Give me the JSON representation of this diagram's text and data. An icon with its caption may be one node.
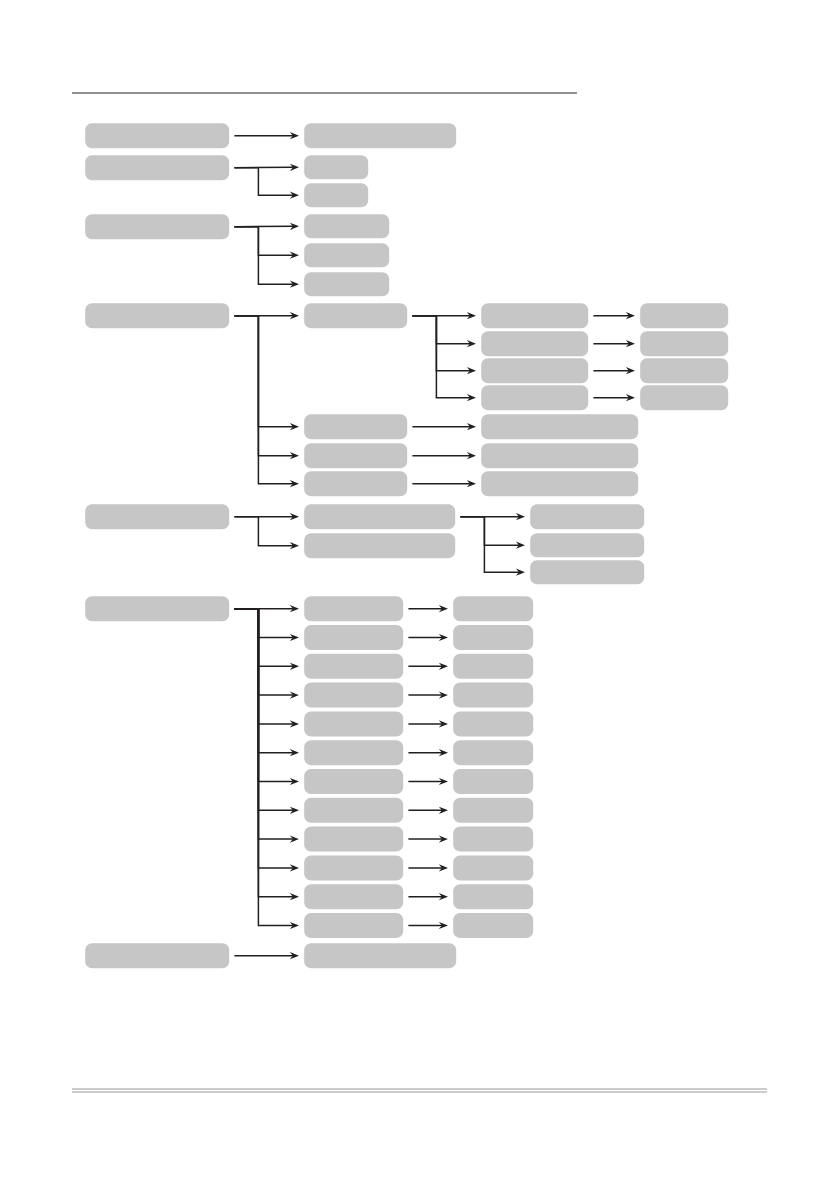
{
  "diagram": {
    "nodes": [
      {
        "text": [],
        "shape": "box"
      },
      {
        "text": [],
        "shape": "box"
      },
      {
        "text": [],
        "shape": "box"
      },
      {
        "text": [],
        "shape": "box"
      },
      {
        "text": [],
        "shape": "box"
      },
      {
        "text": [],
        "shape": "box"
      },
      {
        "text": [],
        "shape": "box"
      },
      {
        "text": [],
        "shape": "box"
      },
      {
        "text": [],
        "shape": "box"
      },
      {
        "text": [],
        "shape": "box"
      },
      {
        "text": [],
        "shape": "box"
      },
      {
        "text": [],
        "shape": "box"
      },
      {
        "text": [],
        "shape": "box"
      },
      {
        "text": [],
        "shape": "box"
      },
      {
        "text": [],
        "shape": "box"
      },
      {
        "text": [],
        "shape": "box"
      },
      {
        "text": [],
        "shape": "box"
      },
      {
        "text": [],
        "shape": "box"
      },
      {
        "text": [],
        "shape": "box"
      },
      {
        "text": [],
        "shape": "box"
      },
      {
        "text": [],
        "shape": "box"
      },
      {
        "text": [],
        "shape": "box"
      },
      {
        "text": [],
        "shape": "box"
      },
      {
        "text": [],
        "shape": "box"
      },
      {
        "text": [],
        "shape": "box"
      },
      {
        "text": [],
        "shape": "box"
      },
      {
        "text": [],
        "shape": "box"
      },
      {
        "text": [],
        "shape": "box"
      },
      {
        "text": [],
        "shape": "box"
      },
      {
        "text": [],
        "shape": "box"
      },
      {
        "text": [],
        "shape": "box"
      },
      {
        "text": [],
        "shape": "box"
      },
      {
        "text": [],
        "shape": "box"
      },
      {
        "text": [],
        "shape": "box"
      },
      {
        "text": [],
        "shape": "box"
      },
      {
        "text": [],
        "shape": "box"
      },
      {
        "text": [],
        "shape": "box"
      },
      {
        "text": [],
        "shape": "box"
      },
      {
        "text": [],
        "shape": "box"
      },
      {
        "text": [],
        "shape": "box"
      },
      {
        "text": [],
        "shape": "box"
      },
      {
        "text": [],
        "shape": "box"
      },
      {
        "text": [],
        "shape": "box"
      },
      {
        "text": [],
        "shape": "box"
      },
      {
        "text": [],
        "shape": "box"
      },
      {
        "text": [],
        "shape": "box"
      },
      {
        "text": [],
        "shape": "box"
      },
      {
        "text": [],
        "shape": "box"
      },
      {
        "text": [],
        "shape": "box"
      },
      {
        "text": [],
        "shape": "box"
      },
      {
        "text": [],
        "shape": "box"
      },
      {
        "text": [],
        "shape": "box"
      },
      {
        "text": [],
        "shape": "box"
      },
      {
        "text": [],
        "shape": "box"
      },
      {
        "text": [],
        "shape": "box"
      },
      {
        "text": [],
        "shape": "box"
      },
      {
        "text": [],
        "shape": "box"
      },
      {
        "text": [],
        "shape": "box"
      }
    ],
    "edges": [
      {
        "from": 0,
        "to": 1,
        "arrow": "to"
      },
      {
        "from": 2,
        "to": 3,
        "arrow": "to"
      },
      {
        "from": 2,
        "to": 4,
        "arrow": "to"
      },
      {
        "from": 5,
        "to": 6,
        "arrow": "to"
      },
      {
        "from": 5,
        "to": 7,
        "arrow": "to"
      },
      {
        "from": 5,
        "to": 8,
        "arrow": "to"
      },
      {
        "from": 9,
        "to": 10,
        "arrow": "to"
      },
      {
        "from": 9,
        "to": 19,
        "arrow": "to"
      },
      {
        "from": 9,
        "to": 21,
        "arrow": "to"
      },
      {
        "from": 9,
        "to": 23,
        "arrow": "to"
      },
      {
        "from": 10,
        "to": 11,
        "arrow": "to"
      },
      {
        "from": 10,
        "to": 13,
        "arrow": "to"
      },
      {
        "from": 10,
        "to": 15,
        "arrow": "to"
      },
      {
        "from": 10,
        "to": 17,
        "arrow": "to"
      },
      {
        "from": 11,
        "to": 12,
        "arrow": "to"
      },
      {
        "from": 13,
        "to": 14,
        "arrow": "to"
      },
      {
        "from": 15,
        "to": 16,
        "arrow": "to"
      },
      {
        "from": 17,
        "to": 18,
        "arrow": "to"
      },
      {
        "from": 19,
        "to": 20,
        "arrow": "to"
      },
      {
        "from": 21,
        "to": 22,
        "arrow": "to"
      },
      {
        "from": 23,
        "to": 24,
        "arrow": "to"
      },
      {
        "from": 25,
        "to": 26,
        "arrow": "to"
      },
      {
        "from": 25,
        "to": 28,
        "arrow": "to"
      },
      {
        "from": 26,
        "to": 27,
        "arrow": "to"
      },
      {
        "from": 26,
        "to": 29,
        "arrow": "to"
      },
      {
        "from": 26,
        "to": 30,
        "arrow": "to"
      },
      {
        "from": 31,
        "to": 32,
        "arrow": "to"
      },
      {
        "from": 31,
        "to": 34,
        "arrow": "to"
      },
      {
        "from": 31,
        "to": 36,
        "arrow": "to"
      },
      {
        "from": 31,
        "to": 38,
        "arrow": "to"
      },
      {
        "from": 31,
        "to": 40,
        "arrow": "to"
      },
      {
        "from": 31,
        "to": 42,
        "arrow": "to"
      },
      {
        "from": 31,
        "to": 44,
        "arrow": "to"
      },
      {
        "from": 31,
        "to": 46,
        "arrow": "to"
      },
      {
        "from": 31,
        "to": 48,
        "arrow": "to"
      },
      {
        "from": 31,
        "to": 50,
        "arrow": "to"
      },
      {
        "from": 31,
        "to": 52,
        "arrow": "to"
      },
      {
        "from": 31,
        "to": 54,
        "arrow": "to"
      },
      {
        "from": 32,
        "to": 33,
        "arrow": "to"
      },
      {
        "from": 34,
        "to": 35,
        "arrow": "to"
      },
      {
        "from": 36,
        "to": 37,
        "arrow": "to"
      },
      {
        "from": 38,
        "to": 39,
        "arrow": "to"
      },
      {
        "from": 40,
        "to": 41,
        "arrow": "to"
      },
      {
        "from": 42,
        "to": 43,
        "arrow": "to"
      },
      {
        "from": 44,
        "to": 45,
        "arrow": "to"
      },
      {
        "from": 46,
        "to": 47,
        "arrow": "to"
      },
      {
        "from": 48,
        "to": 49,
        "arrow": "to"
      },
      {
        "from": 50,
        "to": 51,
        "arrow": "to"
      },
      {
        "from": 52,
        "to": 53,
        "arrow": "to"
      },
      {
        "from": 54,
        "to": 55,
        "arrow": "to"
      },
      {
        "from": 56,
        "to": 57,
        "arrow": "to"
      }
    ]
  }
}
